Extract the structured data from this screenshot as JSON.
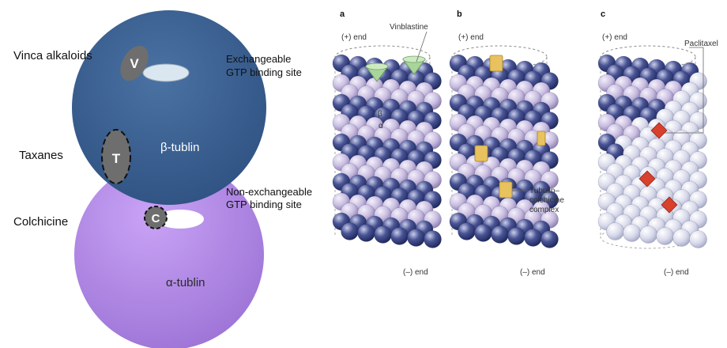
{
  "left_panel": {
    "drug_labels": {
      "vinca": "Vinca alkaloids",
      "taxanes": "Taxanes",
      "colchicine": "Colchicine"
    },
    "site_labels": {
      "exchangeable_line1": "Exchangeable",
      "exchangeable_line2": "GTP binding site",
      "nonexchangeable_line1": "Non-exchangeable",
      "nonexchangeable_line2": "GTP binding site"
    },
    "subunit_labels": {
      "beta": "β-tublin",
      "alpha": "α-tublin"
    },
    "markers": {
      "v": "V",
      "t": "T",
      "c": "C"
    }
  },
  "right_panel": {
    "panel_letters": {
      "a": "a",
      "b": "b",
      "c": "c"
    },
    "end_labels": {
      "plus": "(+) end",
      "minus": "(–) end"
    },
    "annotations": {
      "vinblastine": "Vinblastine",
      "beta": "β",
      "alpha": "α",
      "tubulin_colchicine_line1": "Tubulin–",
      "tubulin_colchicine_line2": "colchicine",
      "tubulin_colchicine_line3": "complex",
      "paclitaxel": "Paclitaxel"
    }
  },
  "colors": {
    "beta_tubulin": "#3b5f8c",
    "alpha_tubulin": "#b189ea",
    "drug_marker": "#6e6e6e",
    "beta_sphere": "#2f3a78",
    "alpha_sphere": "#c8bde0",
    "vinblastine": "#a9d59a",
    "colchicine_complex": "#e8c25e",
    "paclitaxel": "#d8412c"
  }
}
